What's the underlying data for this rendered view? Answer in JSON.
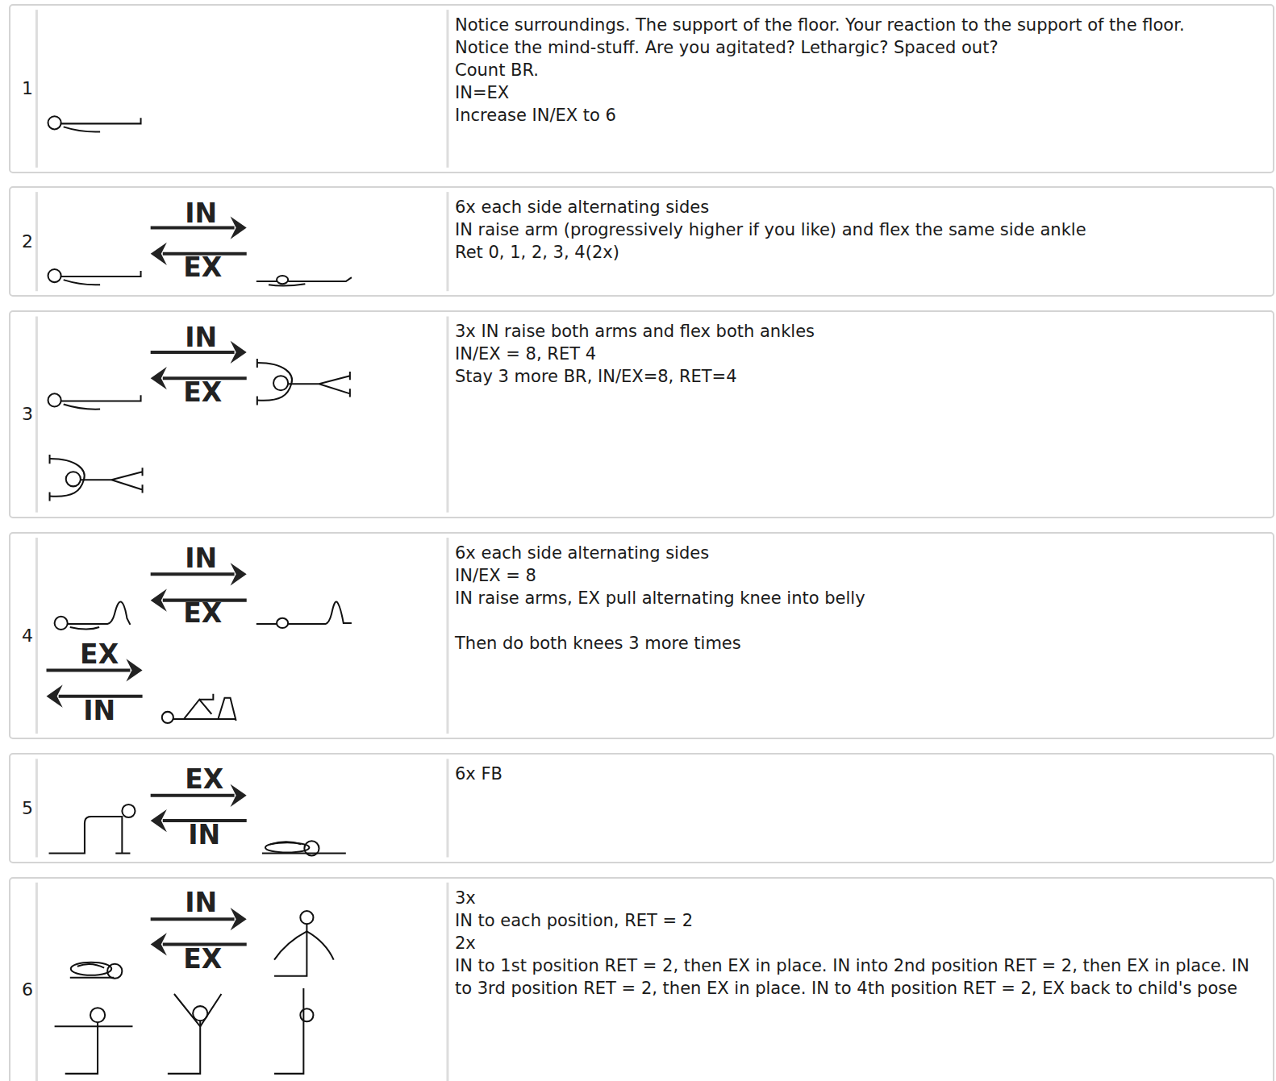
{
  "diagram": {
    "nodes": [
      {
        "text": [
          "1",
          "Notice surroundings. The support of the floor. Your reaction to the support of the floor.",
          "Notice the mind-stuff. Are you agitated? Lethargic? Spaced out?",
          "Count BR.",
          "IN=EX",
          "Increase IN/EX to 6"
        ]
      },
      {
        "text": [
          "2",
          "6x each side alternating sides",
          "IN raise arm (progressively higher if you like) and flex the same side ankle",
          "Ret 0, 1, 2, 3, 4(2x)"
        ]
      },
      {
        "text": [
          "3",
          "3x IN raise both arms and flex both ankles",
          "IN/EX = 8, RET 4",
          "Stay 3 more BR, IN/EX=8, RET=4"
        ]
      },
      {
        "text": [
          "4",
          "6x each side alternating sides",
          "IN/EX = 8",
          "IN raise arms, EX pull alternating knee into belly",
          "Then do both knees 3 more times"
        ]
      },
      {
        "text": [
          "5",
          "6x FB"
        ]
      },
      {
        "text": [
          "6",
          "3x",
          "IN to each position, RET = 2",
          "2x",
          "IN to 1st position RET = 2, then EX in place. IN into 2nd position RET = 2, then EX in place. IN to 3rd position RET = 2, then EX in place. IN to 4th position RET = 2, EX back to child's pose"
        ]
      }
    ],
    "labels": [
      "IN",
      "EX",
      "IN",
      "EX",
      "IN",
      "EX",
      "EX",
      "IN",
      "EX",
      "IN",
      "IN",
      "EX"
    ]
  }
}
